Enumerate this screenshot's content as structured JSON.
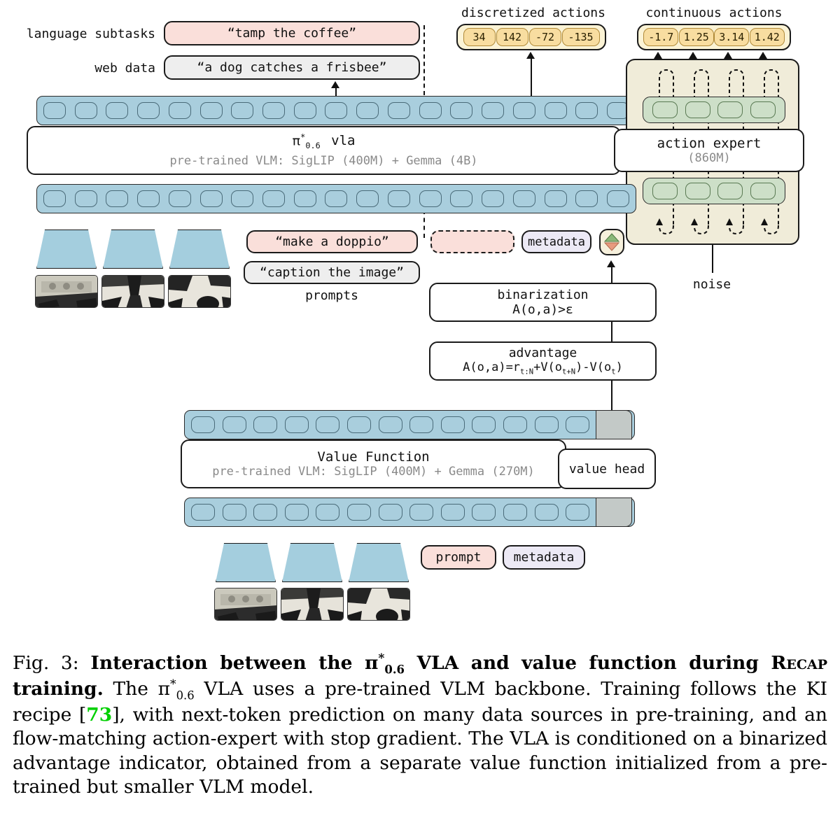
{
  "figure": {
    "top_labels": {
      "discretized": "discretized actions",
      "continuous": "continuous actions"
    },
    "discretized_actions": [
      "34",
      "142",
      "-72",
      "-135"
    ],
    "continuous_actions": [
      "-1.7",
      "1.25",
      "3.14",
      "1.42"
    ],
    "row_labels": {
      "language_subtasks": "language subtasks",
      "web_data": "web data"
    },
    "data_boxes": {
      "language_subtask": "“tamp the coffee”",
      "web_data": "“a dog catches a frisbee”"
    },
    "vla": {
      "title_pi": "π",
      "title_star": "*",
      "title_sub": "0.6",
      "title_rest": "vla",
      "subtitle": "pre-trained VLM: SigLIP (400M) + Gemma (4B)",
      "token_count": 19
    },
    "action_expert": {
      "title": "action expert",
      "subtitle": "(860M)",
      "token_count": 4,
      "noise_label": "noise"
    },
    "prompts": {
      "caption_label": "prompts",
      "items": [
        "“make a doppio”",
        "“caption the image”"
      ],
      "empty_placeholder": ""
    },
    "metadata_label": "metadata",
    "advantage_indicator": {
      "up": "up-triangle",
      "down": "down-triangle",
      "up_color": "#8cb87a",
      "down_color": "#e89a7e"
    },
    "binarization": {
      "title": "binarization",
      "formula": "A(o,a)>ε"
    },
    "advantage": {
      "title": "advantage",
      "formula_prefix": "A(o,a)=r",
      "formula_sub1": "t:N",
      "formula_mid": "+V(o",
      "formula_sub2": "t+N",
      "formula_mid2": ")-V(o",
      "formula_sub3": "t",
      "formula_end": ")"
    },
    "value_function": {
      "title": "Value Function",
      "subtitle": "pre-trained VLM: SigLIP (400M) + Gemma (270M)",
      "token_count": 13,
      "value_head_label": "value head"
    },
    "bottom_inputs": {
      "prompt": "prompt",
      "metadata": "metadata"
    },
    "camera_count": 3
  },
  "caption": {
    "fig_number": "Fig. 3:",
    "bold_part_1": "Interaction between the",
    "bold_part_2": "VLA and value function during",
    "bold_smallcaps": "Recap",
    "bold_part_3": "training.",
    "body_1": "The",
    "body_2": "VLA uses a pre-trained VLM backbone. Training follows the KI recipe [",
    "citation": "73",
    "body_3": "], with next-token prediction on many data sources in pre-training, and an flow-matching action-expert with stop gradient. The VLA is conditioned on a binarized advantage indicator, obtained from a separate value function initialized from a pre-trained but smaller VLM model."
  },
  "colors": {
    "token_blue": "#a9cedd",
    "action_yellow": "#fbf3d5",
    "action_token": "#f8dda0",
    "prompt_pink": "#fadfda",
    "metadata_lav": "#ece9f5",
    "expert_beige": "#f0ecd9",
    "expert_green": "#cddfc8",
    "value_head_grey": "#c3c9c7",
    "citation_green": "#00d000"
  }
}
